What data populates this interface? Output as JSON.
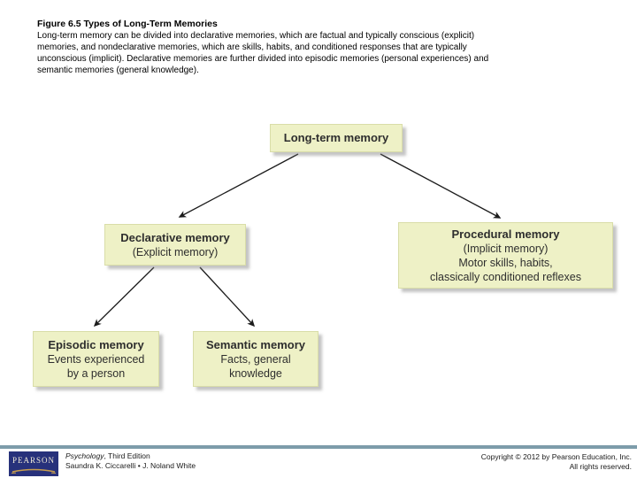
{
  "header": {
    "title": "Figure 6.5 Types of Long-Term Memories",
    "body_lines": [
      "Long-term memory can be divided into declarative memories, which are factual and typically conscious (explicit)",
      "memories, and nondeclarative memories, which are skills, habits, and conditioned responses that are typically",
      "unconscious (implicit). Declarative memories are further divided into episodic memories (personal experiences) and",
      "semantic memories (general knowledge)."
    ]
  },
  "diagram": {
    "nodes": {
      "long_term": {
        "lines": [
          "Long-term memory"
        ]
      },
      "declarative": {
        "lines": [
          "Declarative memory",
          "(Explicit memory)"
        ]
      },
      "procedural": {
        "lines": [
          "Procedural memory",
          "(Implicit memory)",
          "Motor skills, habits,",
          "classically conditioned reflexes"
        ]
      },
      "episodic": {
        "lines": [
          "Episodic memory",
          "Events experienced",
          "by a person"
        ]
      },
      "semantic": {
        "lines": [
          "Semantic memory",
          "Facts, general",
          "knowledge"
        ]
      }
    }
  },
  "footer": {
    "logo_text": "PEARSON",
    "book_title_italic": "Psychology",
    "book_title_rest": ", Third Edition",
    "authors": "Saundra K. Ciccarelli • J. Noland White",
    "copyright_line1": "Copyright © 2012 by Pearson Education, Inc.",
    "copyright_line2": "All rights reserved."
  },
  "colors": {
    "node_fill": "#eef1c6",
    "node_border": "#d9dda8",
    "node_text": "#2e2e2e",
    "arrow": "#1c1c1c",
    "divider_blue": "#7d9caa",
    "logo_navy": "#27317b",
    "logo_gold": "#c79d4e"
  }
}
